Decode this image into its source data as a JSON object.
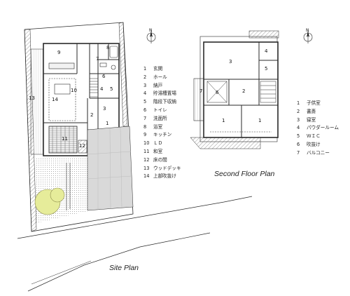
{
  "plans": {
    "site": {
      "caption": "Site Plan",
      "room_numbers": [
        "9",
        "7",
        "8",
        "6",
        "2",
        "10",
        "14",
        "4",
        "5",
        "1",
        "3",
        "13",
        "11",
        "12"
      ],
      "legend": [
        {
          "num": "1",
          "label": "玄関"
        },
        {
          "num": "2",
          "label": "ホール"
        },
        {
          "num": "3",
          "label": "納戸"
        },
        {
          "num": "4",
          "label": "貯湯槽置場"
        },
        {
          "num": "5",
          "label": "階段下収納"
        },
        {
          "num": "6",
          "label": "トイレ"
        },
        {
          "num": "7",
          "label": "洗面所"
        },
        {
          "num": "8",
          "label": "浴室"
        },
        {
          "num": "9",
          "label": "キッチン"
        },
        {
          "num": "10",
          "label": "ＬＤ"
        },
        {
          "num": "11",
          "label": "和室"
        },
        {
          "num": "12",
          "label": "床の間"
        },
        {
          "num": "13",
          "label": "ウッドデッキ"
        },
        {
          "num": "14",
          "label": "上部吹抜け"
        }
      ]
    },
    "second": {
      "caption": "Second Floor Plan",
      "room_numbers": [
        "3",
        "4",
        "5",
        "6",
        "2",
        "7",
        "1",
        "1"
      ],
      "legend": [
        {
          "num": "1",
          "label": "子供室"
        },
        {
          "num": "2",
          "label": "書斎"
        },
        {
          "num": "3",
          "label": "寝室"
        },
        {
          "num": "4",
          "label": "パウダールーム"
        },
        {
          "num": "5",
          "label": "ＷＩＣ"
        },
        {
          "num": "6",
          "label": "吹抜け"
        },
        {
          "num": "7",
          "label": "バルコニー"
        }
      ]
    }
  },
  "north_label": "N",
  "colors": {
    "line": "#2a2a2a",
    "hatch": "#6b6b6b",
    "fill_gray": "#d9d9d9",
    "tree": "#e6ec9a"
  }
}
